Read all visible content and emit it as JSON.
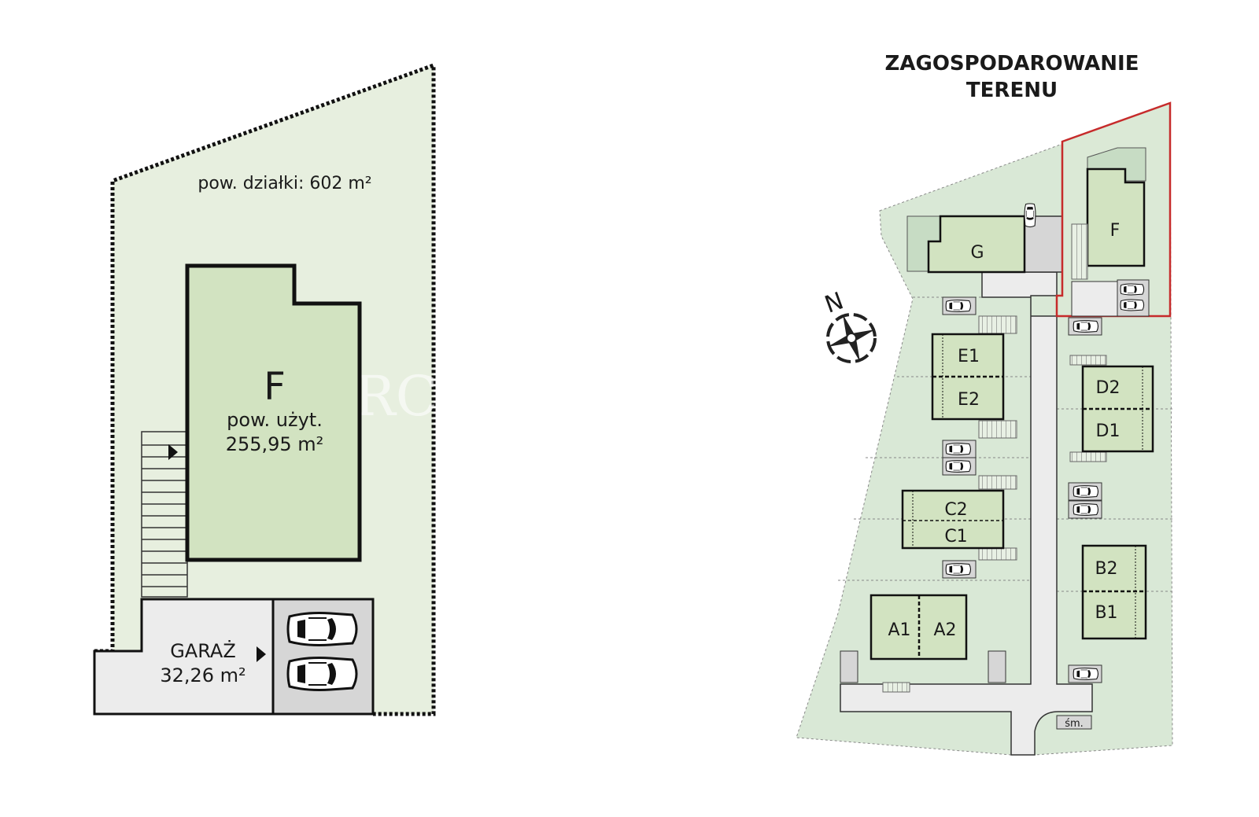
{
  "left_plan": {
    "plot_area": "pow. działki: 602 m²",
    "building": {
      "letter": "F",
      "area_label": "pow. użyt.",
      "area_value": "255,95 m²"
    },
    "garage": {
      "label": "GARAŻ",
      "area_value": "32,26 m²"
    },
    "watermark": "RC"
  },
  "site_plan": {
    "title_line1": "ZAGOSPODAROWANIE",
    "title_line2": "TERENU",
    "compass_letter": "N",
    "buildings": [
      "G",
      "F",
      "E1",
      "E2",
      "D2",
      "D1",
      "C2",
      "C1",
      "B2",
      "B1",
      "A1",
      "A2"
    ],
    "bins_label": "śm.",
    "highlight_color": "#c62b2b"
  }
}
